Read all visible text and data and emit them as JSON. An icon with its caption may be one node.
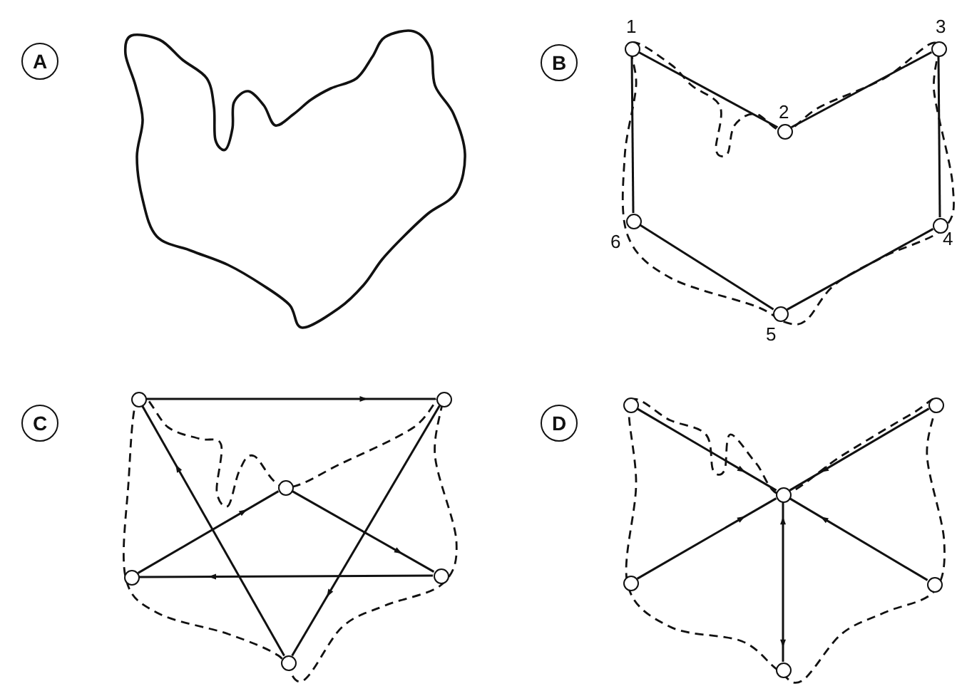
{
  "diagram": {
    "nodes": [
      {
        "text": [
          "A"
        ]
      },
      {
        "text": [
          "B"
        ]
      },
      {
        "text": [],
        "shape": "circle",
        "beside": [
          "1"
        ]
      },
      {
        "text": [],
        "shape": "circle",
        "beside": [
          "2"
        ]
      },
      {
        "text": [],
        "shape": "circle",
        "beside": [
          "3"
        ]
      },
      {
        "text": [],
        "shape": "circle",
        "beside": [
          "4"
        ]
      },
      {
        "text": [],
        "shape": "circle",
        "beside": [
          "5"
        ]
      },
      {
        "text": [],
        "shape": "circle",
        "beside": [
          "6"
        ]
      },
      {
        "text": [
          "C"
        ]
      },
      {
        "text": [],
        "shape": "circle"
      },
      {
        "text": [],
        "shape": "circle"
      },
      {
        "text": [],
        "shape": "circle"
      },
      {
        "text": [],
        "shape": "circle"
      },
      {
        "text": [],
        "shape": "circle"
      },
      {
        "text": [],
        "shape": "circle"
      },
      {
        "text": [
          "D"
        ]
      },
      {
        "text": [],
        "shape": "circle"
      },
      {
        "text": [],
        "shape": "circle"
      },
      {
        "text": [],
        "shape": "circle"
      },
      {
        "text": [],
        "shape": "circle"
      },
      {
        "text": [],
        "shape": "circle"
      },
      {
        "text": [],
        "shape": "circle"
      }
    ],
    "edges": [
      {
        "from": 2,
        "to": 3,
        "arrow": "none"
      },
      {
        "from": 3,
        "to": 4,
        "arrow": "none"
      },
      {
        "from": 4,
        "to": 5,
        "arrow": "none"
      },
      {
        "from": 5,
        "to": 6,
        "arrow": "none"
      },
      {
        "from": 6,
        "to": 7,
        "arrow": "none"
      },
      {
        "from": 7,
        "to": 2,
        "arrow": "none"
      },
      {
        "from": 9,
        "to": 10,
        "arrow": "to"
      },
      {
        "from": 10,
        "to": 14,
        "arrow": "to"
      },
      {
        "from": 14,
        "to": 9,
        "arrow": "to"
      },
      {
        "from": 11,
        "to": 13,
        "arrow": "to"
      },
      {
        "from": 13,
        "to": 12,
        "arrow": "to"
      },
      {
        "from": 12,
        "to": 11,
        "arrow": "to"
      },
      {
        "from": 16,
        "to": 18,
        "arrow": "to"
      },
      {
        "from": 17,
        "to": 18,
        "arrow": "to"
      },
      {
        "from": 19,
        "to": 18,
        "arrow": "to"
      },
      {
        "from": 20,
        "to": 18,
        "arrow": "to"
      },
      {
        "from": 18,
        "to": 21,
        "arrow": "both"
      }
    ]
  }
}
